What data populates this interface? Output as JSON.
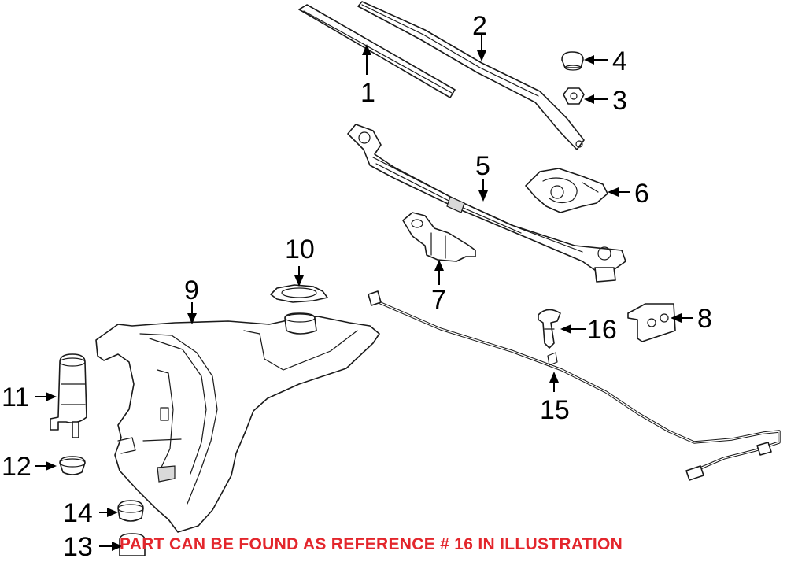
{
  "callouts": {
    "c1": "1",
    "c2": "2",
    "c3": "3",
    "c4": "4",
    "c5": "5",
    "c6": "6",
    "c7": "7",
    "c8": "8",
    "c9": "9",
    "c10": "10",
    "c11": "11",
    "c12": "12",
    "c13": "13",
    "c14": "14",
    "c15": "15",
    "c16": "16"
  },
  "note": "PART CAN BE FOUND AS REFERENCE # 16 IN ILLUSTRATION",
  "colors": {
    "note": "#e3262c",
    "line": "#1a1a1a"
  }
}
